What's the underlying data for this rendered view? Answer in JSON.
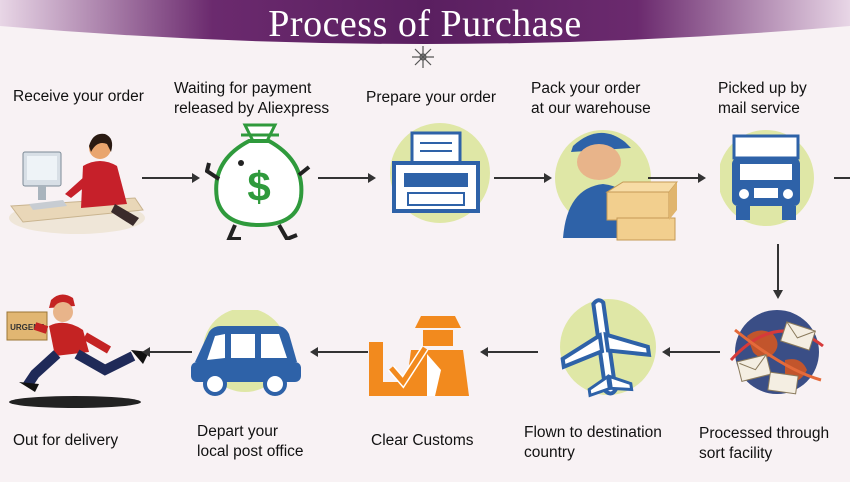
{
  "title": "Process of Purchase",
  "colors": {
    "banner": "#6b2a6e",
    "circle": "#dfe7a6",
    "icon_blue": "#2e62a8",
    "customs_orange": "#f28a1e",
    "money_green": "#2f9a3c"
  },
  "steps": [
    {
      "lines": [
        "Receive your order"
      ],
      "icon": "person-at-computer-icon"
    },
    {
      "lines": [
        "Waiting for payment",
        "released by Aliexpress"
      ],
      "icon": "money-bag-icon"
    },
    {
      "lines": [
        "Prepare your order"
      ],
      "icon": "printer-icon"
    },
    {
      "lines": [
        "Pack your order",
        "at our warehouse"
      ],
      "icon": "warehouse-worker-icon"
    },
    {
      "lines": [
        "Picked up by",
        "mail service"
      ],
      "icon": "truck-icon"
    },
    {
      "lines": [
        "Processed through",
        "sort facility"
      ],
      "icon": "globe-envelopes-icon"
    },
    {
      "lines": [
        "Flown to destination",
        "country"
      ],
      "icon": "airplane-icon"
    },
    {
      "lines": [
        "Clear Customs"
      ],
      "icon": "customs-officer-icon"
    },
    {
      "lines": [
        "Depart your",
        "local post office"
      ],
      "icon": "car-icon"
    },
    {
      "lines": [
        "Out for delivery"
      ],
      "icon": "running-courier-icon"
    }
  ],
  "courier_parcel_text": "URGENT"
}
